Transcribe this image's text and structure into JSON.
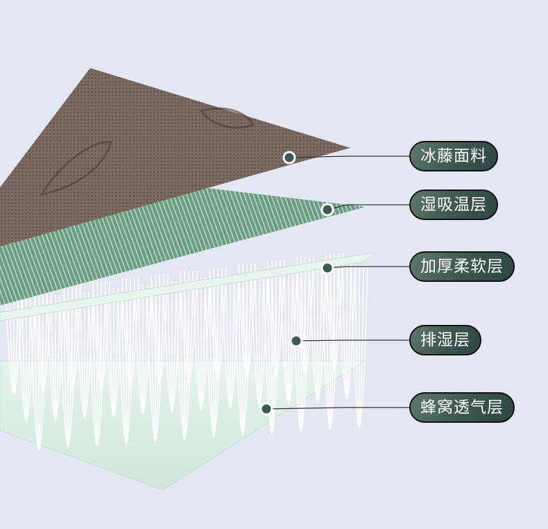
{
  "labels": [
    {
      "text": "冰藤面料"
    },
    {
      "text": "湿吸温层"
    },
    {
      "text": "加厚柔软层"
    },
    {
      "text": "排湿层"
    },
    {
      "text": "蜂窝透气层"
    }
  ],
  "colors": {
    "background": "#e3e7f1",
    "top_fabric": "#7a6a60",
    "green_layer": "#6a9a80",
    "pill": "#3b5550",
    "dot": "#3f5a52"
  }
}
